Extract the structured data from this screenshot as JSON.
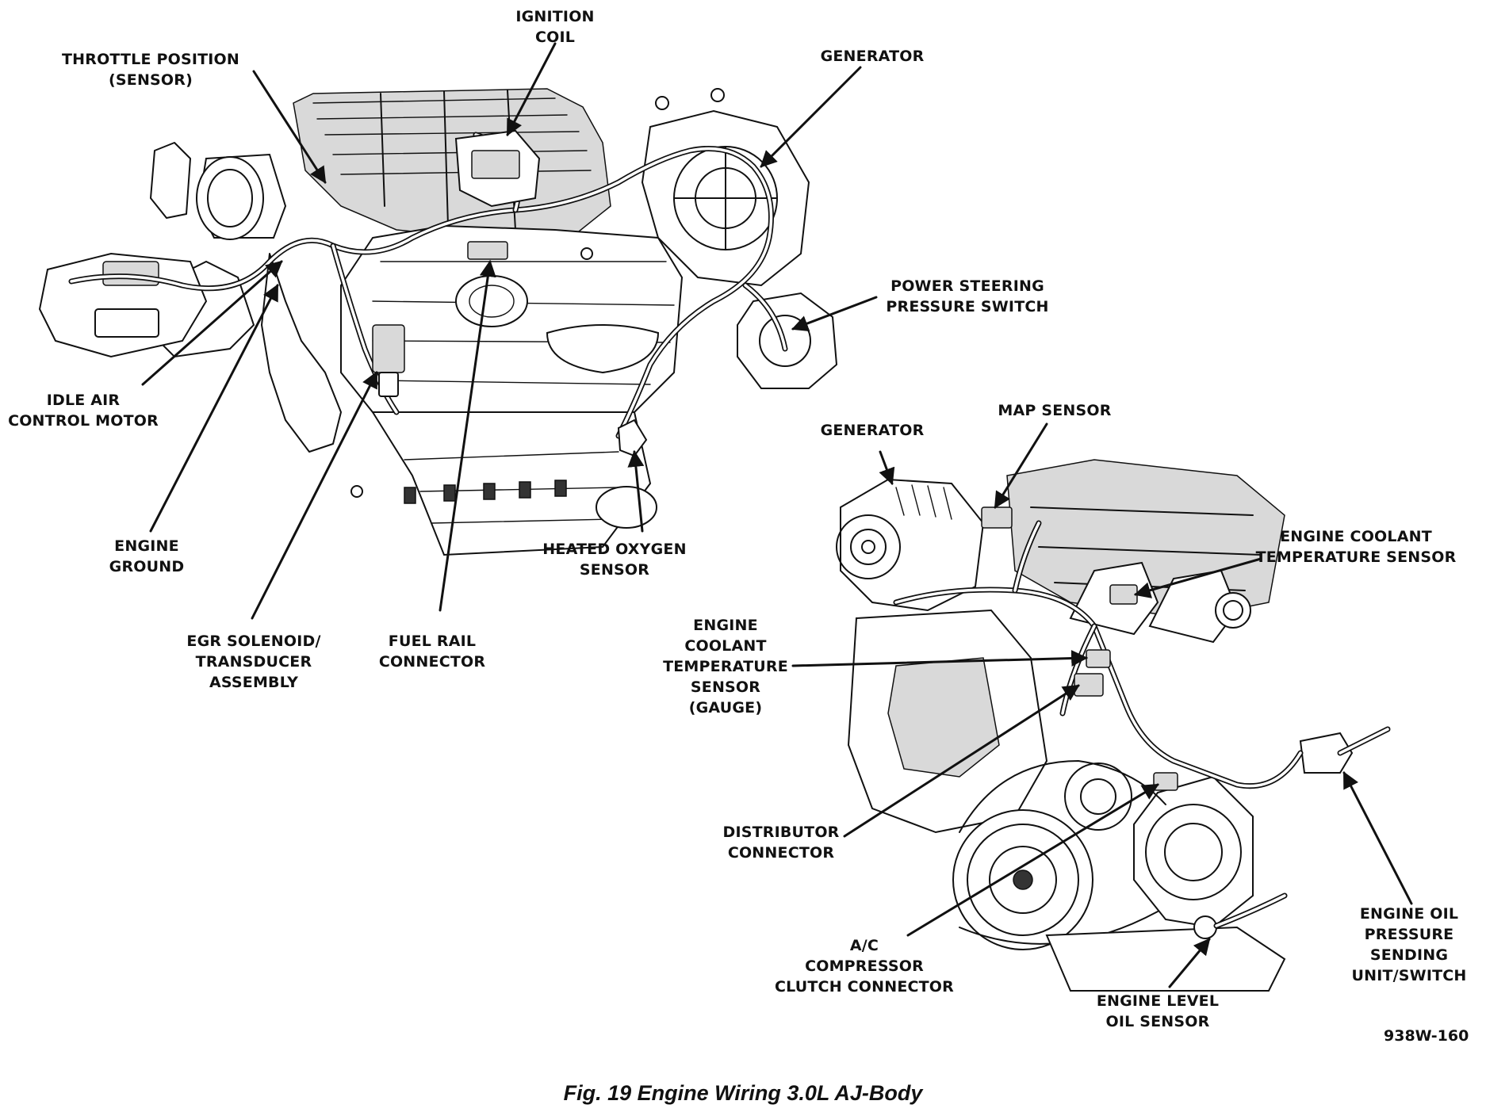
{
  "figure": {
    "caption": "Fig. 19 Engine Wiring 3.0L AJ-Body",
    "code": "938W-160"
  },
  "labels": {
    "ignition_coil": "IGNITION\nCOIL",
    "throttle_position_sensor": "THROTTLE POSITION\n(SENSOR)",
    "generator_top": "GENERATOR",
    "power_steering_pressure_switch": "POWER STEERING\nPRESSURE SWITCH",
    "idle_air_control_motor": "IDLE AIR\nCONTROL MOTOR",
    "engine_ground": "ENGINE\nGROUND",
    "heated_oxygen_sensor": "HEATED OXYGEN\nSENSOR",
    "egr_solenoid": "EGR SOLENOID/\nTRANSDUCER\nASSEMBLY",
    "fuel_rail_connector": "FUEL RAIL\nCONNECTOR",
    "generator_bottom": "GENERATOR",
    "map_sensor": "MAP SENSOR",
    "engine_coolant_temp_sensor": "ENGINE COOLANT\nTEMPERATURE SENSOR",
    "engine_coolant_temp_sensor_gauge": "ENGINE\nCOOLANT\nTEMPERATURE\nSENSOR\n(GAUGE)",
    "distributor_connector": "DISTRIBUTOR\nCONNECTOR",
    "ac_compressor_clutch_connector": "A/C\nCOMPRESSOR\nCLUTCH CONNECTOR",
    "engine_level_oil_sensor": "ENGINE LEVEL\nOIL SENSOR",
    "engine_oil_pressure_sending_unit": "ENGINE OIL\nPRESSURE SENDING\nUNIT/SWITCH"
  }
}
